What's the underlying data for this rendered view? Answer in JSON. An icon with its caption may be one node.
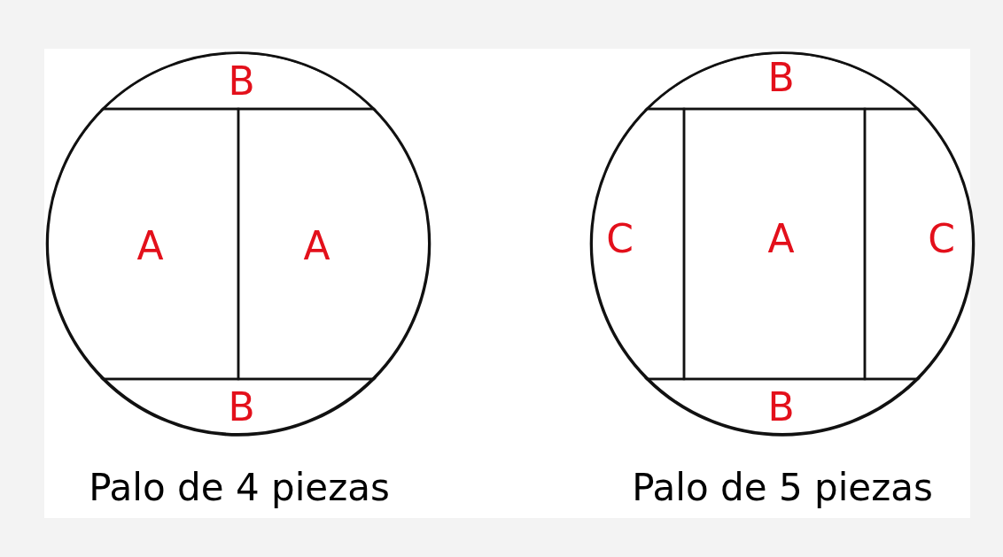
{
  "diagram": {
    "nodes": [
      {
        "text": [],
        "shape": "circle",
        "beside": [
          "Palo de 4 piezas"
        ]
      },
      {
        "text": [
          "B"
        ],
        "in": 0
      },
      {
        "text": [
          "A"
        ],
        "in": 0
      },
      {
        "text": [
          "A"
        ],
        "in": 0
      },
      {
        "text": [
          "B"
        ],
        "in": 0
      },
      {
        "text": [],
        "shape": "circle",
        "beside": [
          "Palo de 5 piezas"
        ]
      },
      {
        "text": [
          "B"
        ],
        "in": 5
      },
      {
        "text": [
          "C"
        ],
        "in": 5
      },
      {
        "text": [
          "A"
        ],
        "in": 5
      },
      {
        "text": [
          "C"
        ],
        "in": 5
      },
      {
        "text": [
          "B"
        ],
        "in": 5
      }
    ],
    "edges": []
  }
}
